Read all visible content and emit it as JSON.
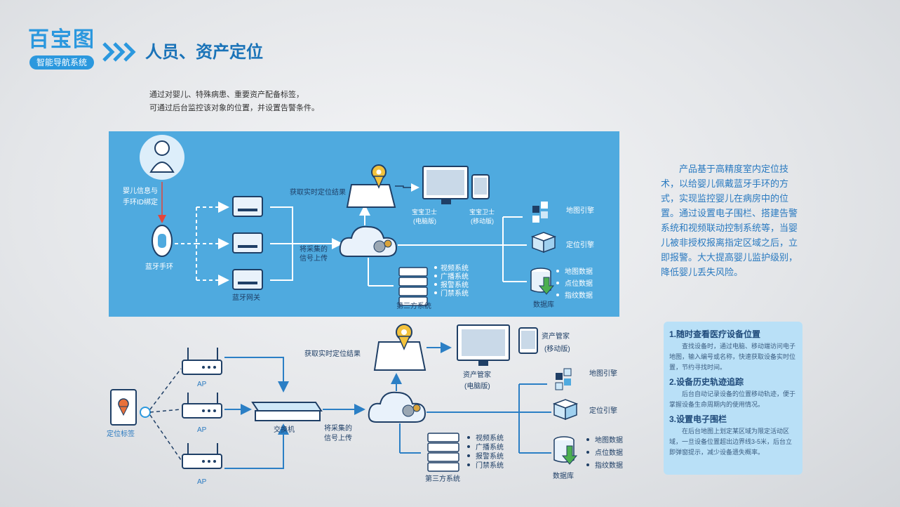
{
  "header": {
    "logo_text": "百宝图",
    "logo_sub": "智能导航系统",
    "title": "人员、资产定位"
  },
  "intro": {
    "line1": "通过对婴儿、特殊病患、重要资产配备标签，",
    "line2": "可通过后台监控该对象的位置，并设置告警条件。"
  },
  "top_diagram": {
    "baby_info": "婴儿信息与",
    "baby_info2": "手环ID绑定",
    "bracelet": "蓝牙手环",
    "gateway": "蓝牙网关",
    "get_result": "获取实时定位结果",
    "upload1": "将采集的",
    "upload2": "信号上传",
    "pc1": "宝宝卫士",
    "pc2": "(电脑版)",
    "mobile1": "宝宝卫士",
    "mobile2": "(移动版)",
    "map_engine": "地图引擎",
    "locate_engine": "定位引擎",
    "db_items": [
      "地图数据",
      "点位数据",
      "指纹数据"
    ],
    "database": "数据库",
    "third_items": [
      "视频系统",
      "广播系统",
      "报警系统",
      "门禁系统"
    ],
    "third_party": "第三方系统"
  },
  "bottom_diagram": {
    "tag": "定位标签",
    "ap": "AP",
    "switch": "交换机",
    "upload1": "将采集的",
    "upload2": "信号上传",
    "get_result": "获取实时定位结果",
    "pc1": "资产管家",
    "pc2": "(电脑版)",
    "mobile1": "资产管家",
    "mobile2": "(移动版)",
    "map_engine": "地图引擎",
    "locate_engine": "定位引擎",
    "db_items": [
      "地图数据",
      "点位数据",
      "指纹数据"
    ],
    "database": "数据库",
    "third_items": [
      "视频系统",
      "广播系统",
      "报警系统",
      "门禁系统"
    ],
    "third_party": "第三方系统"
  },
  "description": "产品基于高精度室内定位技术，以给婴儿佩戴蓝牙手环的方式，实现监控婴儿在病房中的位置。通过设置电子围栏、搭建告警系统和视频联动控制系统等，当婴儿被非授权报离指定区域之后，立即报警。大大提高婴儿监护级别，降低婴儿丢失风险。",
  "features": [
    {
      "title": "1.随时查看医疗设备位置",
      "text": "查找设备时，通过电脑、移动端访问电子地图，输入编号或名称，快速获取设备实时位置，节约寻找时间。"
    },
    {
      "title": "2.设备历史轨迹追踪",
      "text": "后台自动记录设备的位置移动轨迹，便于掌握设备生命周期内的使用情况。"
    },
    {
      "title": "3.设置电子围栏",
      "text": "在后台地图上划定某区域为限定活动区域，一旦设备位置超出边界线3-5米，后台立即弹窗提示，减少设备遗失概率。"
    }
  ],
  "colors": {
    "accent": "#2b98de",
    "panel": "#4faadf",
    "navy": "#1f3f66",
    "card": "#b9e0f7"
  }
}
